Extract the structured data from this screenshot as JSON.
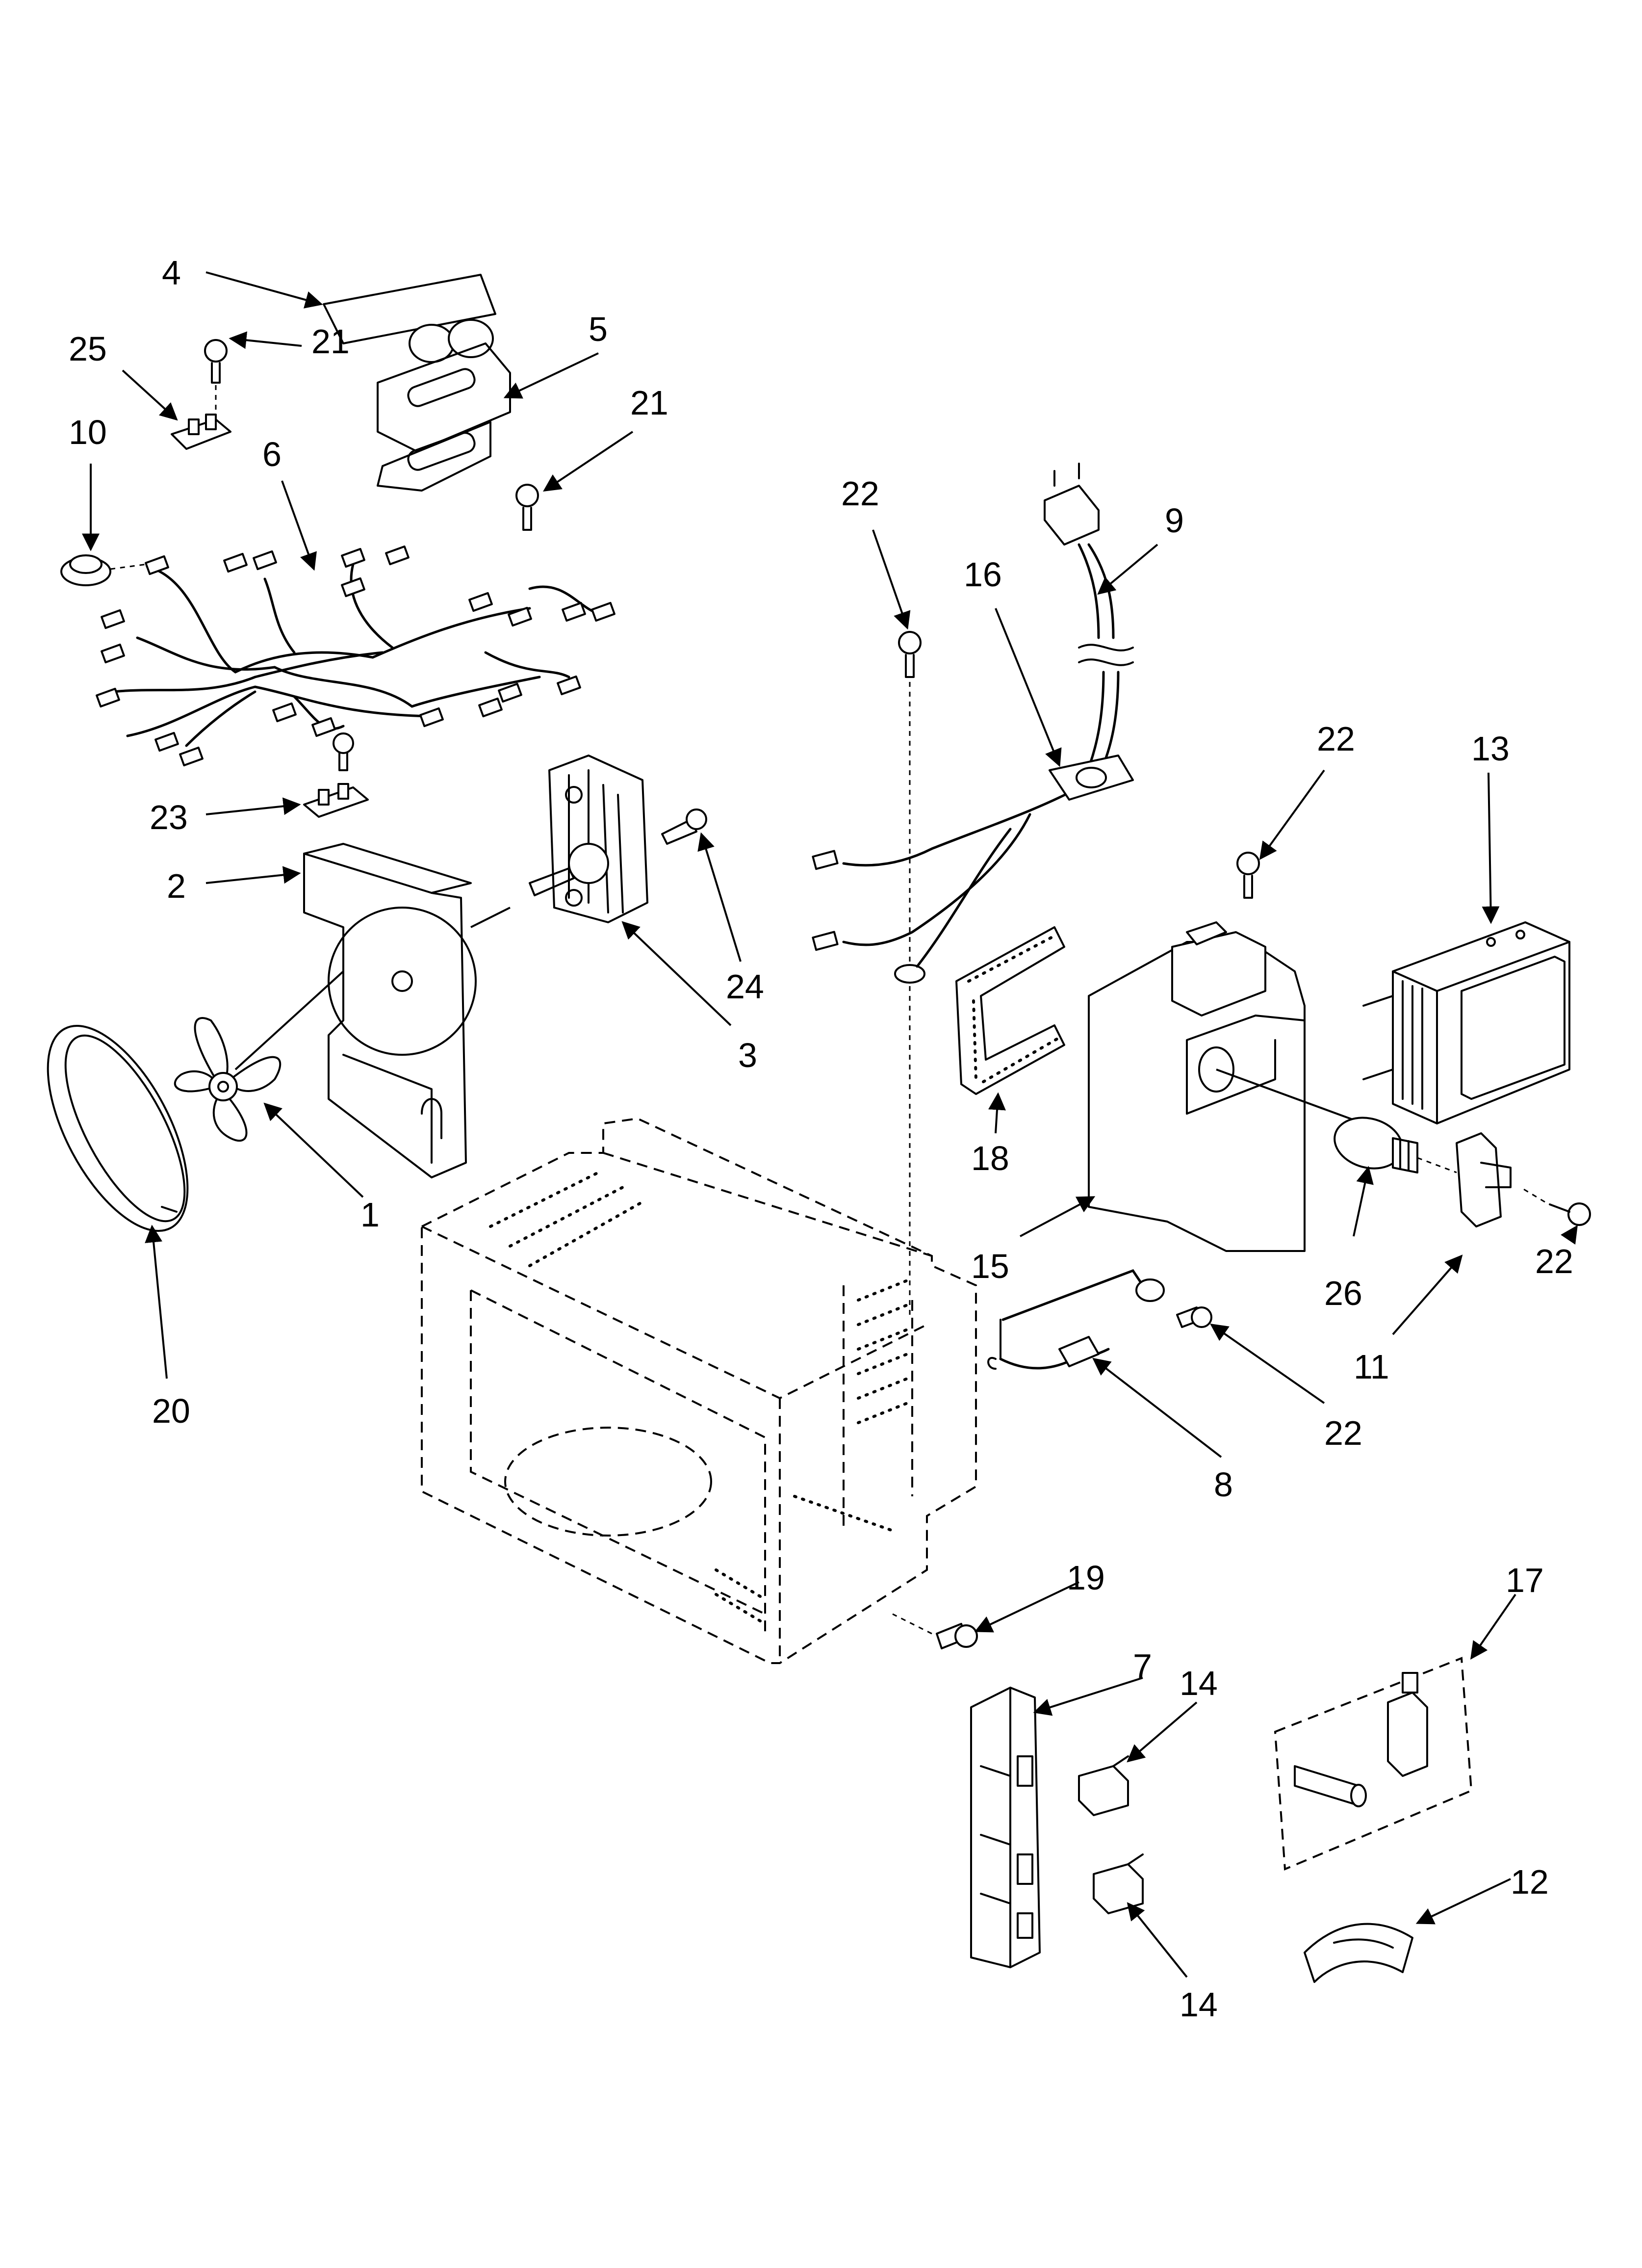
{
  "callouts": [
    {
      "id": "c4",
      "text": "4"
    },
    {
      "id": "c25",
      "text": "25"
    },
    {
      "id": "c21a",
      "text": "21"
    },
    {
      "id": "c5",
      "text": "5"
    },
    {
      "id": "c21b",
      "text": "21"
    },
    {
      "id": "c10",
      "text": "10"
    },
    {
      "id": "c6",
      "text": "6"
    },
    {
      "id": "c22a",
      "text": "22"
    },
    {
      "id": "c9",
      "text": "9"
    },
    {
      "id": "c16",
      "text": "16"
    },
    {
      "id": "c22b",
      "text": "22"
    },
    {
      "id": "c13",
      "text": "13"
    },
    {
      "id": "c23",
      "text": "23"
    },
    {
      "id": "c2",
      "text": "2"
    },
    {
      "id": "c24",
      "text": "24"
    },
    {
      "id": "c3",
      "text": "3"
    },
    {
      "id": "c18",
      "text": "18"
    },
    {
      "id": "c1",
      "text": "1"
    },
    {
      "id": "c15",
      "text": "15"
    },
    {
      "id": "c26",
      "text": "26"
    },
    {
      "id": "c22c",
      "text": "22"
    },
    {
      "id": "c11",
      "text": "11"
    },
    {
      "id": "c20",
      "text": "20"
    },
    {
      "id": "c22d",
      "text": "22"
    },
    {
      "id": "c8",
      "text": "8"
    },
    {
      "id": "c19",
      "text": "19"
    },
    {
      "id": "c17",
      "text": "17"
    },
    {
      "id": "c7",
      "text": "7"
    },
    {
      "id": "c14a",
      "text": "14"
    },
    {
      "id": "c12",
      "text": "12"
    },
    {
      "id": "c14b",
      "text": "14"
    }
  ]
}
